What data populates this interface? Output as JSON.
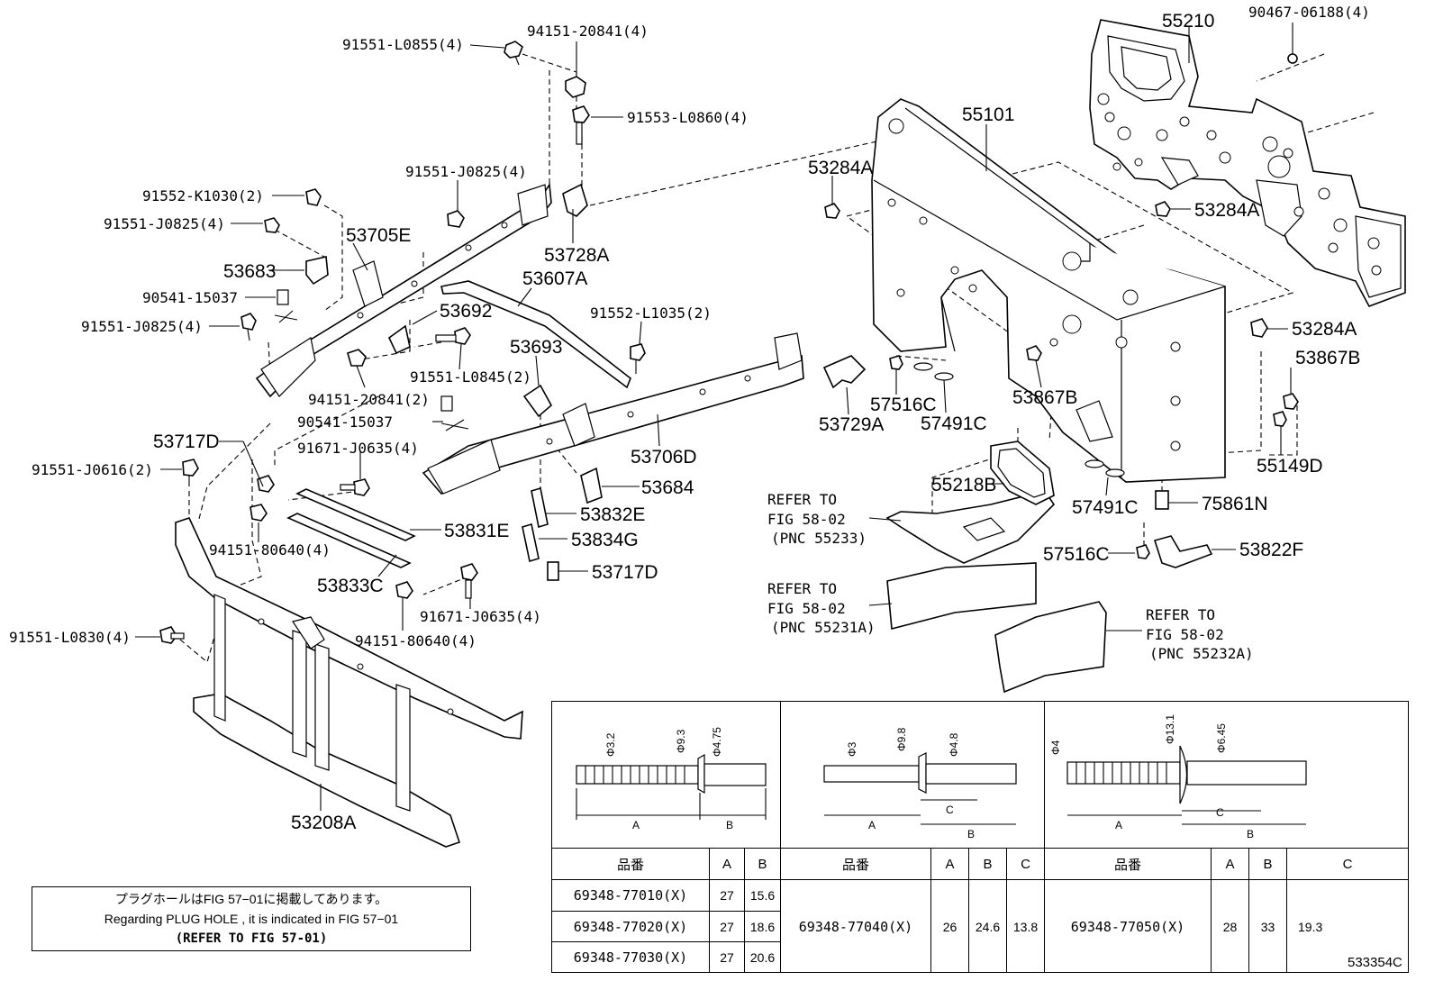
{
  "labels": {
    "l_91551_L0855": "91551-L0855(4)",
    "l_94151_20841_4": "94151-20841(4)",
    "l_91553_L0860": "91553-L0860(4)",
    "l_91551_J0825_a": "91551-J0825(4)",
    "l_91552_K1030": "91552-K1030(2)",
    "l_91551_J0825_b": "91551-J0825(4)",
    "l_53705E": "53705E",
    "l_53683": "53683",
    "l_90541_15037_a": "90541-15037",
    "l_91551_J0825_c": "91551-J0825(4)",
    "l_53728A": "53728A",
    "l_53607A": "53607A",
    "l_53692": "53692",
    "l_91552_L1035": "91552-L1035(2)",
    "l_53693": "53693",
    "l_91551_L0845": "91551-L0845(2)",
    "l_94151_20841_2": "94151-20841(2)",
    "l_90541_15037_b": "90541-15037",
    "l_53717D_a": "53717D",
    "l_91671_J0635_a": "91671-J0635(4)",
    "l_91551_J0616": "91551-J0616(2)",
    "l_53706D": "53706D",
    "l_53684": "53684",
    "l_53832E": "53832E",
    "l_53831E": "53831E",
    "l_94151_80640_a": "94151-80640(4)",
    "l_53834G": "53834G",
    "l_53833C": "53833C",
    "l_53717D_b": "53717D",
    "l_91671_J0635_b": "91671-J0635(4)",
    "l_91551_L0830": "91551-L0830(4)",
    "l_94151_80640_b": "94151-80640(4)",
    "l_53208A": "53208A",
    "l_55210": "55210",
    "l_90467_06188": "90467-06188(4)",
    "l_55101": "55101",
    "l_53284A_a": "53284A",
    "l_53284A_b": "53284A",
    "l_53284A_c": "53284A",
    "l_53867B_a": "53867B",
    "l_53867B_b": "53867B",
    "l_55149D": "55149D",
    "l_57516C_a": "57516C",
    "l_57491C_a": "57491C",
    "l_53729A": "53729A",
    "l_55218B": "55218B",
    "l_57491C_b": "57491C",
    "l_75861N": "75861N",
    "l_57516C_b": "57516C",
    "l_53822F": "53822F"
  },
  "refers": [
    {
      "line1": "REFER TO",
      "line2": "FIG 58-02",
      "line3": "(PNC 55233)"
    },
    {
      "line1": "REFER TO",
      "line2": "FIG 58-02",
      "line3": "(PNC 55231A)"
    },
    {
      "line1": "REFER TO",
      "line2": "FIG 58-02",
      "line3": "(PNC 55232A)"
    }
  ],
  "note": {
    "line1": "プラグホールはFIG 57−01に掲載してあります。",
    "line2": "Regarding  PLUG  HOLE , it is indicated in FIG  57−01",
    "line3": "(REFER TO FIG 57-01)"
  },
  "rivets": {
    "r1": {
      "d1": "Φ3.2",
      "d2": "Φ9.3",
      "d3": "Φ4.75",
      "a": "A",
      "b": "B"
    },
    "r2": {
      "d1": "Φ3",
      "d2": "Φ9.8",
      "d3": "Φ4.8",
      "a": "A",
      "b": "B",
      "c": "C"
    },
    "r3": {
      "d1": "Φ4",
      "d2": "Φ13.1",
      "d3": "Φ6.45",
      "a": "A",
      "b": "B",
      "c": "C"
    }
  },
  "table": {
    "hdr_part": "品番",
    "col_a": "A",
    "col_b": "B",
    "col_c": "C",
    "g1": [
      {
        "part": "69348-77010(X)",
        "a": "27",
        "b": "15.6"
      },
      {
        "part": "69348-77020(X)",
        "a": "27",
        "b": "18.6"
      },
      {
        "part": "69348-77030(X)",
        "a": "27",
        "b": "20.6"
      }
    ],
    "g2": {
      "part": "69348-77040(X)",
      "a": "26",
      "b": "24.6",
      "c": "13.8"
    },
    "g3": {
      "part": "69348-77050(X)",
      "a": "28",
      "b": "33",
      "c": "19.3"
    }
  },
  "diagram_id": "533354C"
}
